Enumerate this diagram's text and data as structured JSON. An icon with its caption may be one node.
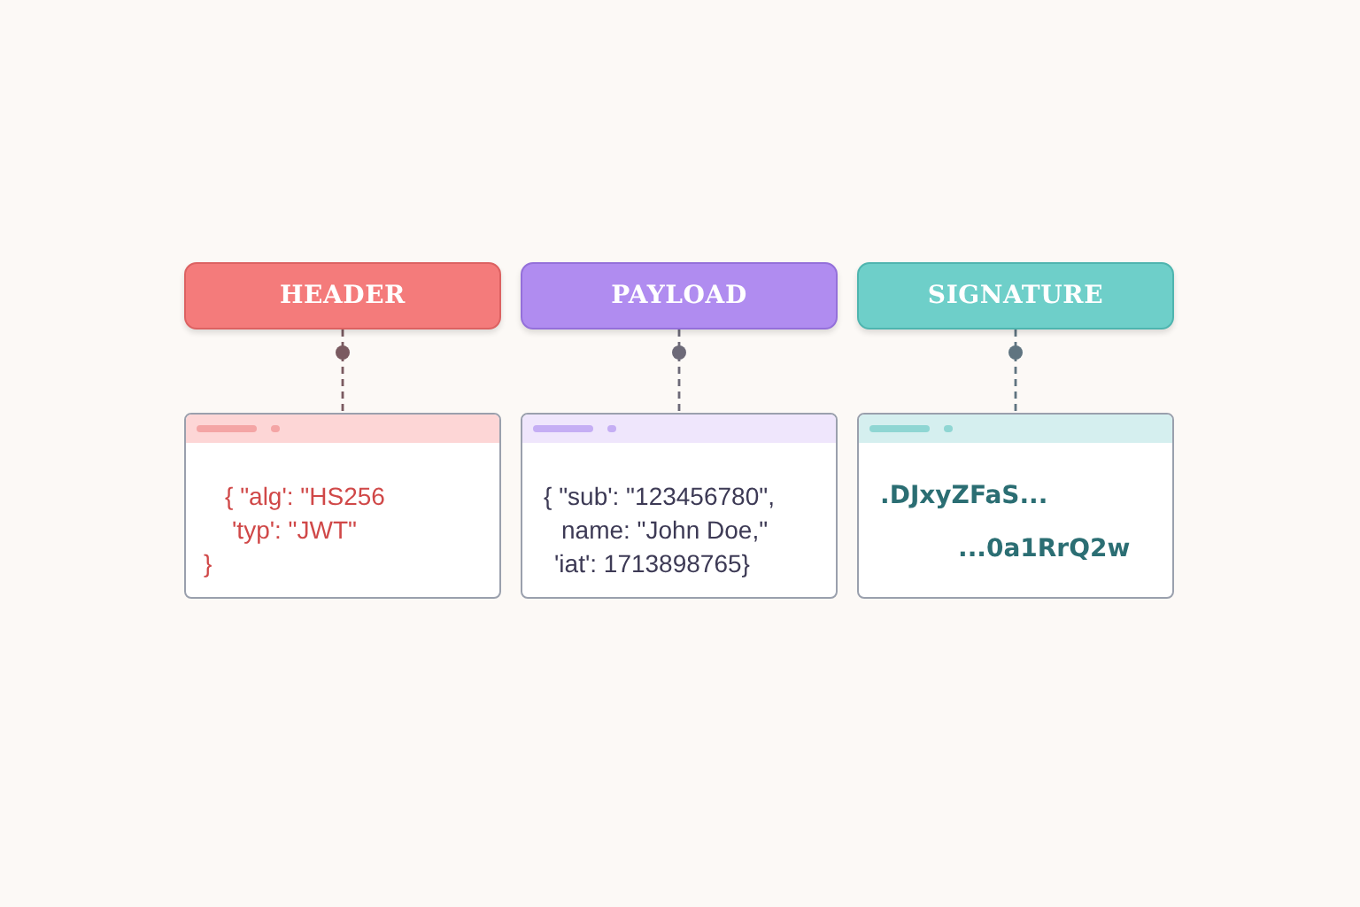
{
  "diagram": {
    "nodes": [
      {
        "text": [
          "HEADER"
        ]
      },
      {
        "text": [
          "PAYLOAD"
        ]
      },
      {
        "text": [
          "SIGNATURE"
        ]
      },
      {
        "text": [
          "{ \"alg': \"HS256",
          "'typ': \"JWT\"",
          "}"
        ]
      },
      {
        "text": [
          "{ \"sub': \"123456780\",",
          "name: \"John Doe,\"",
          "'iat': 1713898765}"
        ]
      },
      {
        "text": [
          ".DJxyZFaS...",
          "...0a1RrQ2w"
        ]
      }
    ],
    "edges": [
      {
        "from": 0,
        "to": 3,
        "arrow": "other",
        "style": "dashed"
      },
      {
        "from": 1,
        "to": 4,
        "arrow": "other",
        "style": "dashed"
      },
      {
        "from": 2,
        "to": 5,
        "arrow": "other",
        "style": "dashed"
      }
    ]
  }
}
